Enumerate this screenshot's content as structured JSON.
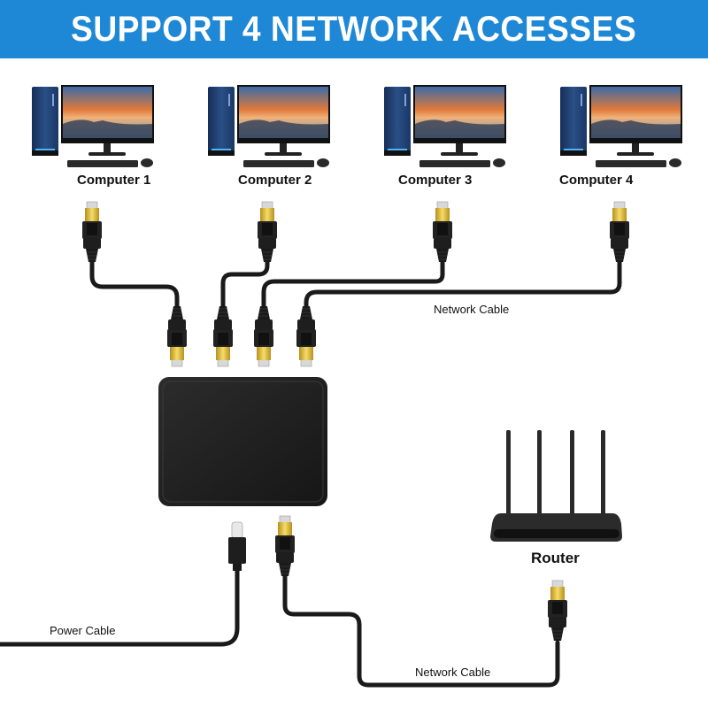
{
  "banner": {
    "title": "SUPPORT 4 NETWORK ACCESSES",
    "background": "#1e88d6",
    "text_color": "#ffffff"
  },
  "computers": [
    {
      "label": "Computer 1",
      "icon": "desktop-computer-icon"
    },
    {
      "label": "Computer 2",
      "icon": "desktop-computer-icon"
    },
    {
      "label": "Computer 3",
      "icon": "desktop-computer-icon"
    },
    {
      "label": "Computer 4",
      "icon": "desktop-computer-icon"
    }
  ],
  "switch": {
    "icon": "network-switch-icon",
    "ports_used": 4
  },
  "router": {
    "label": "Router",
    "icon": "router-icon",
    "antennas": 4
  },
  "cables": {
    "upper_network_label": "Network Cable",
    "lower_network_label": "Network Cable",
    "power_label": "Power Cable"
  },
  "colors": {
    "cable": "#1a1a1a",
    "connector_gold": "#d8b640",
    "tower_blue": "#1d3d6e",
    "switch_body": "#222222"
  }
}
